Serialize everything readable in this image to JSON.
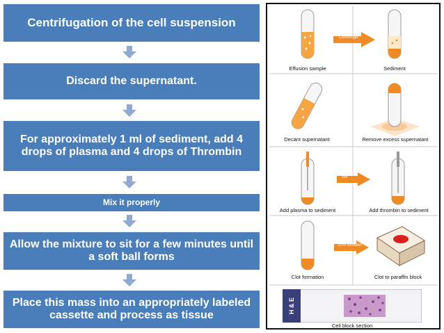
{
  "steps": [
    {
      "text": "Centrifugation of the cell suspension"
    },
    {
      "text": "Discard the supernatant."
    },
    {
      "text": "For approximately 1 ml of sediment, add 4 drops of plasma and 4 drops of Thrombin"
    },
    {
      "text": "Mix it properly"
    },
    {
      "text": "Allow the mixture to sit for a few minutes until a soft ball forms"
    },
    {
      "text": "Place this mass into an appropriately labeled cassette and process as tissue"
    }
  ],
  "panel": {
    "captions": {
      "effusion": "Effusion sample",
      "sediment": "Sediment",
      "decant": "Decant supernatant",
      "remove": "Remove excess supernatant",
      "add_plasma": "Add plasma to sediment",
      "add_thrombin": "Add thrombin to sediment",
      "clot": "Clot formation",
      "paraffin": "Clot to paraffin block",
      "section": "Cell block section"
    },
    "labels": {
      "centrifuge": "Centrifuge",
      "stir": "Stir",
      "formalin": "10% formalin",
      "he": "H & E"
    }
  },
  "colors": {
    "step_fill": "#4a7ebb",
    "arrow": "#8fa9cf",
    "sample_orange": "#f08a24",
    "stain_purple": "#b46cb8"
  }
}
